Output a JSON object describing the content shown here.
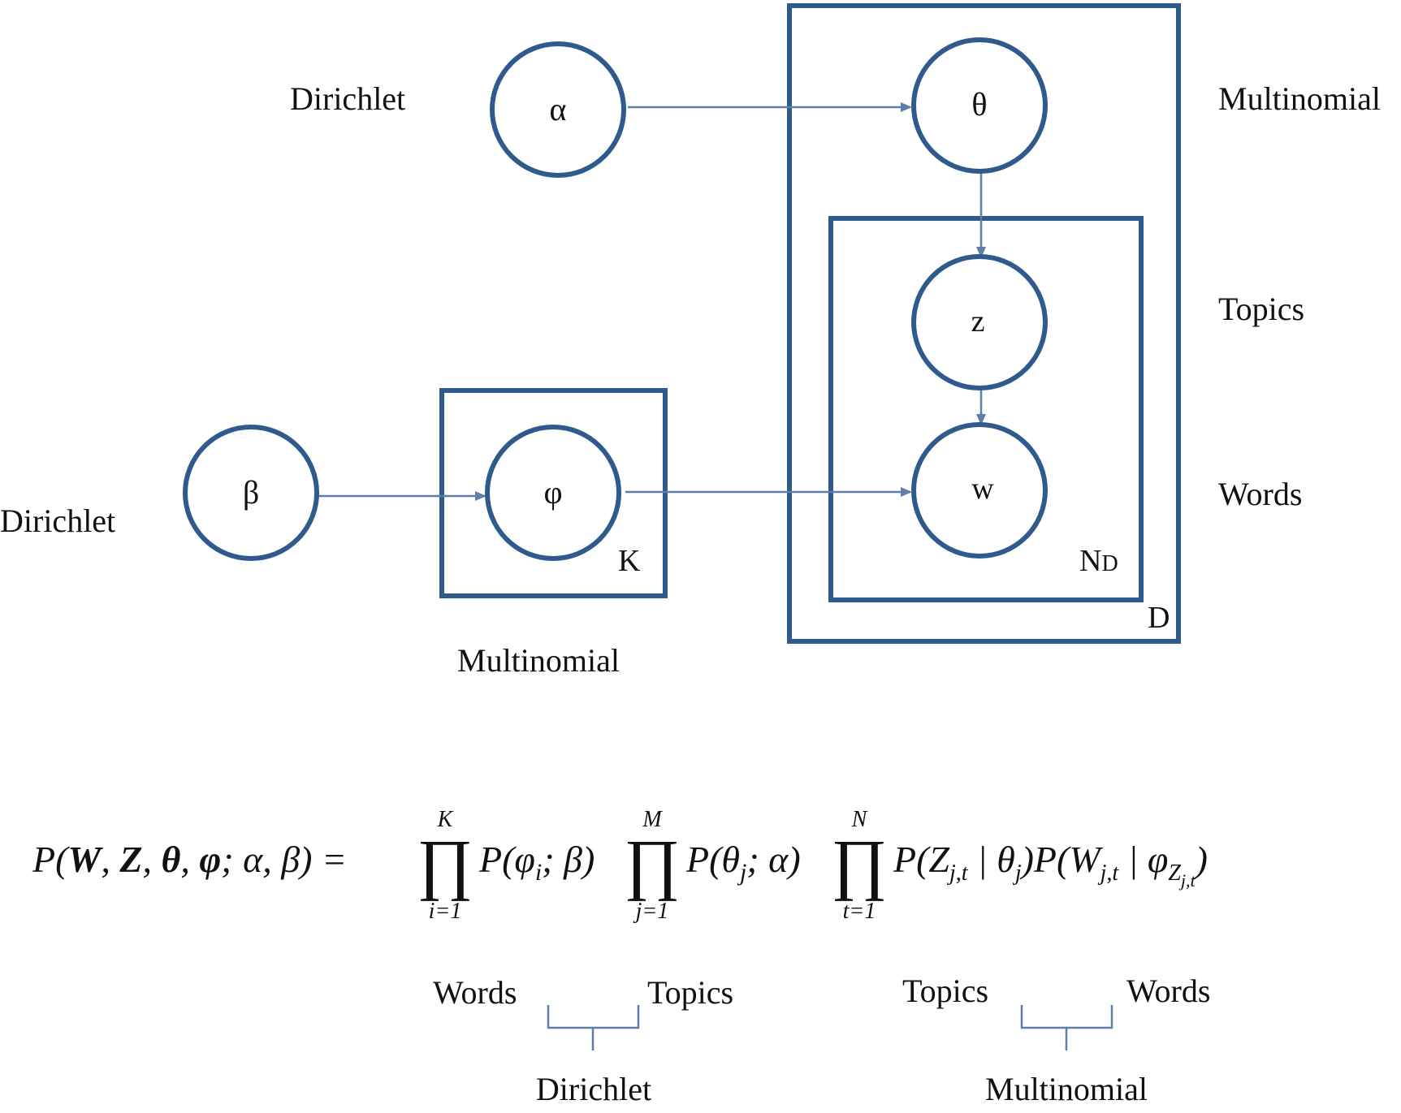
{
  "colors": {
    "node_stroke": "#2f5a8c",
    "arrow": "#5f7fa8",
    "brace": "#5f7fa8",
    "text": "#111111"
  },
  "nodes": {
    "alpha": "α",
    "theta": "θ",
    "z": "z",
    "w": "w",
    "beta": "β",
    "phi": "φ"
  },
  "plates": {
    "k": "K",
    "nd_main": "N",
    "nd_sub": "D",
    "d": "D"
  },
  "labels": {
    "dirichlet_top": "Dirichlet",
    "multinomial_top": "Multinomial",
    "topics": "Topics",
    "words": "Words",
    "dirichlet_left": "Dirichlet",
    "multinomial_bottom": "Multinomial"
  },
  "equation": {
    "lhs_p": "P(",
    "W": "W",
    "comma1": ", ",
    "Z": "Z",
    "comma2": ", ",
    "theta": "θ",
    "comma3": ", ",
    "phi": "φ",
    "semi": "; ",
    "alpha": "α",
    "comma4": ", ",
    "beta": "β",
    "rparen_eq": ") =",
    "prod": "∏",
    "prod1_top": "K",
    "prod1_bot": "i=1",
    "term1a": "P(φ",
    "term1_sub": "i",
    "term1b": "; β)",
    "prod2_top": "M",
    "prod2_bot": "j=1",
    "term2a": "P(θ",
    "term2_sub": "j",
    "term2b": "; α)",
    "prod3_top": "N",
    "prod3_bot": "t=1",
    "term3a": "P(Z",
    "term3_sub": "j,t",
    "term3b": " | θ",
    "term3_sub2": "j",
    "term3c": ")P(W",
    "term3_sub3": "j,t",
    "term3d": " | φ",
    "term3_sub4": "Z",
    "term3_subsub": "j,t",
    "term3e": ")"
  },
  "bottom_labels": {
    "words_left": "Words",
    "topics_left": "Topics",
    "dirichlet": "Dirichlet",
    "topics_right": "Topics",
    "words_right": "Words",
    "multinomial": "Multinomial"
  }
}
